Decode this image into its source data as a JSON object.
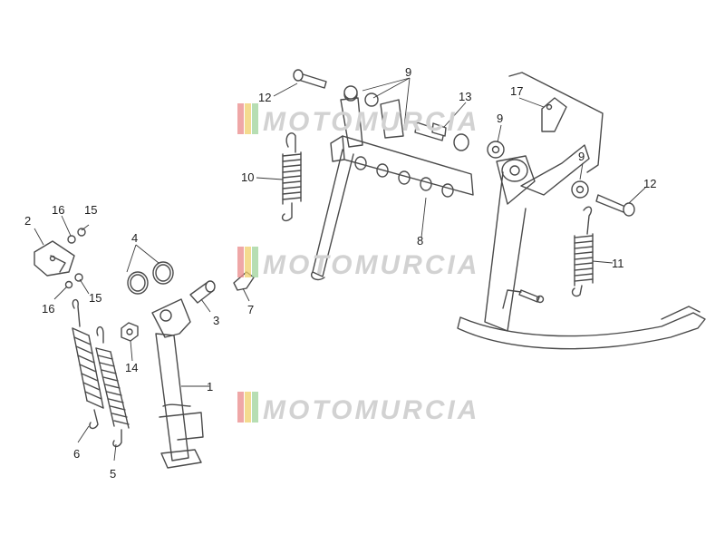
{
  "diagram": {
    "watermark": {
      "text": "MOTOMURCIA",
      "stripe_colors": [
        "#e98a8a",
        "#f0cf6a",
        "#9fd39a"
      ]
    },
    "callouts": [
      {
        "id": "c1",
        "label": "1"
      },
      {
        "id": "c2",
        "label": "2"
      },
      {
        "id": "c3",
        "label": "3"
      },
      {
        "id": "c4",
        "label": "4"
      },
      {
        "id": "c5",
        "label": "5"
      },
      {
        "id": "c6",
        "label": "6"
      },
      {
        "id": "c7",
        "label": "7"
      },
      {
        "id": "c8",
        "label": "8"
      },
      {
        "id": "c9a",
        "label": "9"
      },
      {
        "id": "c9b",
        "label": "9"
      },
      {
        "id": "c9c",
        "label": "9"
      },
      {
        "id": "c10",
        "label": "10"
      },
      {
        "id": "c11",
        "label": "11"
      },
      {
        "id": "c12a",
        "label": "12"
      },
      {
        "id": "c12b",
        "label": "12"
      },
      {
        "id": "c13",
        "label": "13"
      },
      {
        "id": "c14",
        "label": "14"
      },
      {
        "id": "c15a",
        "label": "15"
      },
      {
        "id": "c15b",
        "label": "15"
      },
      {
        "id": "c16a",
        "label": "16"
      },
      {
        "id": "c16b",
        "label": "16"
      },
      {
        "id": "c17",
        "label": "17"
      }
    ]
  }
}
